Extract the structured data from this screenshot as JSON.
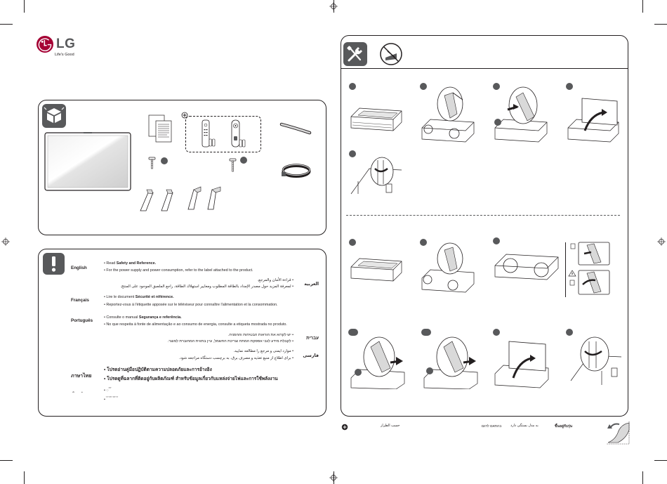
{
  "brand": {
    "name": "LG",
    "tagline": "Life's Good",
    "color": "#a50034"
  },
  "info": {
    "languages": [
      {
        "name": "English",
        "lines": [
          {
            "pre": "• Read ",
            "bold": "Safety and Reference.",
            "post": ""
          },
          {
            "pre": "• For the power supply and power consumption, refer to the label attached to the product.",
            "bold": "",
            "post": ""
          }
        ]
      },
      {
        "name": "العربية",
        "lines": [
          {
            "pre": "• قراءة الأمان والمرجع.",
            "bold": "",
            "post": ""
          },
          {
            "pre": "• لمعرفة المزيد حول مصدر الإمداد بالطاقة المطلوب ومعايير استهلاك الطاقة، راجع الملصق الموجود على المنتج.",
            "bold": "",
            "post": ""
          }
        ]
      },
      {
        "name": "Français",
        "lines": [
          {
            "pre": "• Lire le document ",
            "bold": "Sécurité et référence.",
            "post": ""
          },
          {
            "pre": "• Reportez-vous à l'étiquette apposée sur le téléviseur pour connaître l'alimentation et la consommation.",
            "bold": "",
            "post": ""
          }
        ]
      },
      {
        "name": "Português",
        "lines": [
          {
            "pre": "• Consulte o manual ",
            "bold": "Segurança e referência.",
            "post": ""
          },
          {
            "pre": "• No que respeita à fonte de alimentação e ao consumo de energia, consulte a etiqueta mostrada no produto.",
            "bold": "",
            "post": ""
          }
        ]
      },
      {
        "name": "עברית",
        "lines": [
          {
            "pre": "• יש לקרוא את הוראות הבטיחות וההפניה.",
            "bold": "",
            "post": ""
          },
          {
            "pre": "• לקבלת מידע לגבי אספקת המתח וצריכת החשמל, עיין בתווית המחוברת למוצר.",
            "bold": "",
            "post": ""
          }
        ]
      },
      {
        "name": "فارسی",
        "lines": [
          {
            "pre": "• موارد ایمنی و مرجع را مطالعه نمایید.",
            "bold": "",
            "post": ""
          },
          {
            "pre": "• برای اطلاع از منبع تغذیه و مصرف برق، به برچسب دستگاه مراجعه شود.",
            "bold": "",
            "post": ""
          }
        ]
      },
      {
        "name": "ภาษาไทย",
        "lines": [
          {
            "pre": "• โปรดอ่านคู่มือปฏิบัติตามความปลอดภัยและการอ้างอิง",
            "bold": "",
            "post": ""
          },
          {
            "pre": "• โปรดดูที่ฉลากที่ติดอยู่กับผลิตภัณฑ์ สำหรับข้อมูลเกี่ยวกับแหล่งจ่ายไฟและการใช้พลังงาน",
            "bold": "",
            "post": ""
          }
        ]
      }
    ],
    "footnote_line1": "•  ◌   ้                          ้",
    "footnote_line2": "•  ่   ้      ่     ้   ้  ่     ้       ้     ่   ้"
  },
  "footer": {
    "arabic_model": "حسب الطراز",
    "hebrew_model": "בהתאם לדגם",
    "farsi_model": "به مدل بستگی دارد",
    "thai_model": "ขึ้นอยู่กับรุ่น"
  },
  "colors": {
    "dark": "#231f20",
    "gray": "#58595b",
    "light_gray": "#d9d9d9"
  }
}
